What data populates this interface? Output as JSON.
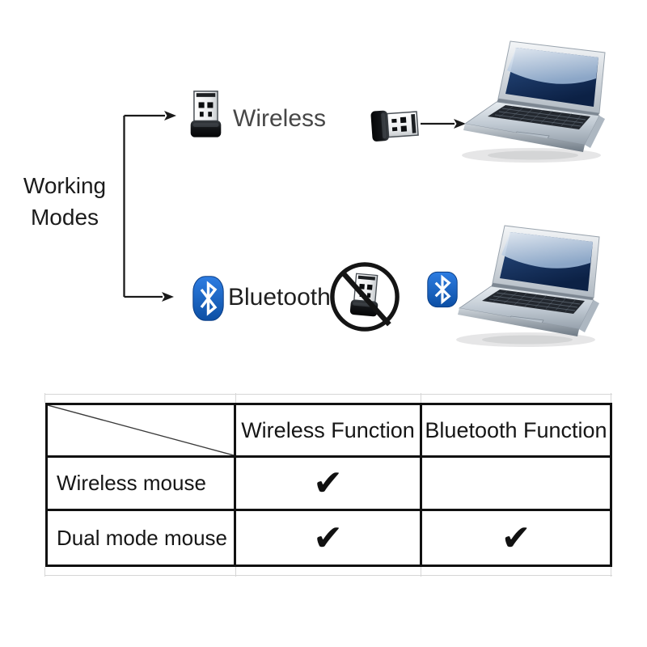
{
  "diagram": {
    "title_line1": "Working",
    "title_line2": "Modes",
    "wireless_label": "Wireless",
    "bluetooth_label": "Bluetooth",
    "icons": {
      "usb_receiver": "usb-receiver-dongle-icon",
      "usb_receiver_plugged": "usb-receiver-horizontal-icon",
      "no_usb_receiver": "crossed-out-usb-receiver-icon",
      "bluetooth_badge": "bluetooth-logo-icon",
      "laptop": "laptop-computer-icon",
      "arrow": "right-arrow-icon"
    },
    "colors": {
      "bluetooth_blue": "#1a6ed4",
      "bluetooth_blue_dark": "#0c4fa4",
      "line_black": "#1a1a1a",
      "wireless_text_gray": "#474747"
    }
  },
  "table": {
    "corner_label": "",
    "columns": [
      "Wireless Function",
      "Bluetooth Function"
    ],
    "check_glyph": "✔",
    "rows": [
      {
        "name": "Wireless mouse",
        "wireless": "✔",
        "bluetooth": ""
      },
      {
        "name": "Dual mode mouse",
        "wireless": "✔",
        "bluetooth": "✔"
      }
    ]
  }
}
